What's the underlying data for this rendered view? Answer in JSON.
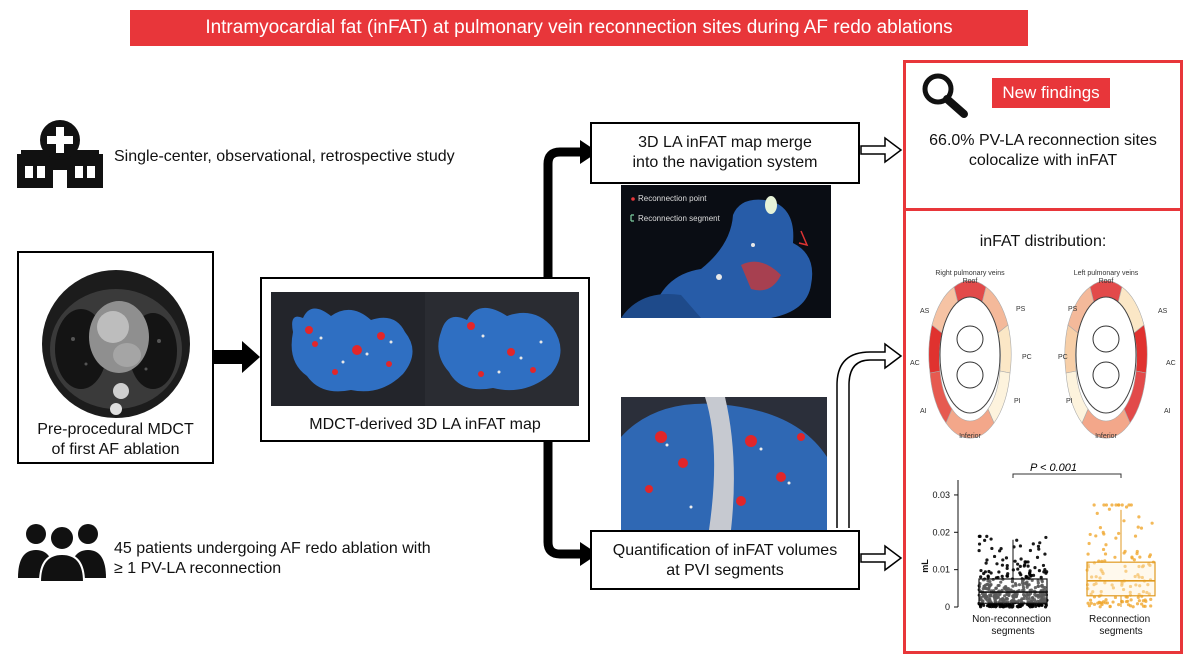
{
  "title": "Intramyocardial fat (inFAT) at pulmonary vein reconnection sites during AF redo ablations",
  "study_design": "Single-center, observational, retrospective study",
  "patients": {
    "line1": "45 patients undergoing AF redo ablation with",
    "line2": "≥ 1 PV-LA reconnection"
  },
  "mdct_box": {
    "line1": "Pre-procedural MDCT",
    "line2": "of first AF ablation"
  },
  "map_box": {
    "label": "MDCT-derived 3D LA inFAT map"
  },
  "merge_box": {
    "line1": "3D LA inFAT map merge",
    "line2": "into the navigation system"
  },
  "quant_box": {
    "line1": "Quantification of inFAT volumes",
    "line2": "at PVI segments"
  },
  "nav_legend": {
    "point": "Reconnection point",
    "segment": "Reconnection segment"
  },
  "findings": {
    "badge": "New findings",
    "line1": "66.0% PV-LA reconnection sites",
    "line2": "colocalize with inFAT",
    "distribution_title": "inFAT distribution:"
  },
  "bullseye": {
    "right": {
      "title": "Right pulmonary veins",
      "labels": {
        "roof": "Roof",
        "ps": "PS",
        "pc": "PC",
        "pi": "PI",
        "inferior": "Inferior",
        "ai": "AI",
        "ac": "AC",
        "as": "AS"
      }
    },
    "left": {
      "title": "Left pulmonary veins",
      "labels": {
        "roof": "Roof",
        "ps": "PS",
        "pc": "PC",
        "pi": "PI",
        "inferior": "Inferior",
        "ai": "AI",
        "ac": "AC",
        "as": "AS"
      }
    }
  },
  "chart_data": {
    "type": "box",
    "ylabel": "mL",
    "ylim": [
      0,
      0.034
    ],
    "yticks": [
      "0",
      "0.01",
      "0.02",
      "0.03"
    ],
    "pvalue": "P < 0.001",
    "categories": [
      "Non-reconnection segments",
      "Reconnection segments"
    ],
    "series": [
      {
        "category": "Non-reconnection segments",
        "q1": 0.001,
        "median": 0.004,
        "q3": 0.0075,
        "whisker_low": 0,
        "whisker_high": 0.018,
        "color": "#000000"
      },
      {
        "category": "Reconnection segments",
        "q1": 0.003,
        "median": 0.007,
        "q3": 0.012,
        "whisker_low": 0,
        "whisker_high": 0.026,
        "color": "#f0a830"
      }
    ]
  },
  "colors": {
    "accent": "#e8363a",
    "reconnection": "#f0a830",
    "nonreconnection": "#000000"
  }
}
